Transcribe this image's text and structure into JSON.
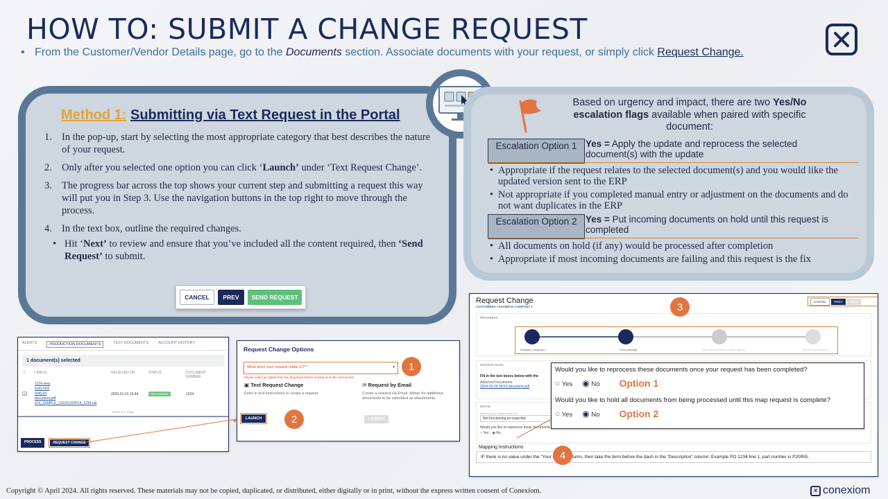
{
  "header": {
    "title": "HOW TO: SUBMIT A CHANGE REQUEST",
    "subtitle_pre": "From the Customer/Vendor Details page, go to the",
    "subtitle_em": "Documents",
    "subtitle_mid": "section. Associate documents with your request, or simply click",
    "subtitle_link": "Request Change."
  },
  "method": {
    "label": "Method 1:",
    "title": "Submitting via Text Request in the Portal",
    "steps": [
      {
        "num": "1.",
        "text": "In the pop-up, start by selecting the most appropriate category that best describes the nature of your request."
      },
      {
        "num": "2.",
        "pre": "Only after you selected one option you can click ‘",
        "bold": "Launch’",
        "post": " under ‘Text Request Change’."
      },
      {
        "num": "3.",
        "text": "The progress bar across the top shows your current step and submitting a request this way will put you in Step 3. Use the navigation buttons in the top right to move through the process."
      },
      {
        "num": "4.",
        "text": "In the text box, outline the required changes."
      }
    ],
    "sub_pre": "Hit ‘",
    "sub_b1": "Next’",
    "sub_mid": " to review and ensure that you’ve included all the content required, then ",
    "sub_b2": "‘Send Request’",
    "sub_post": " to submit.",
    "buttons": {
      "cancel": "CANCEL",
      "prev": "PREV",
      "send": "SEND REQUEST"
    }
  },
  "escalation": {
    "intro_pre": "Based on urgency and impact, there are two ",
    "intro_bold": "Yes/No escalation flags",
    "intro_post": " available when paired with specific document:",
    "options": [
      {
        "label": "Escalation Option 1",
        "yes": "Yes =",
        "text": " Apply the update and reprocess the selected document(s) with the update",
        "bullets": [
          "Appropriate if the request relates to the selected document(s) and you would like the updated version sent to the ERP",
          "Not appropriate if you completed manual entry or adjustment on the documents and do not want duplicates in the ERP"
        ]
      },
      {
        "label": "Escalation Option 2",
        "yes": "Yes =",
        "text": " Put incoming documents on hold until this request is completed",
        "bullets": [
          "All documents on hold (if any) would be processed after completion",
          "Appropriate if most incoming documents are failing and this request is the fix"
        ]
      }
    ]
  },
  "docs_shot": {
    "tabs": [
      "ALERTS",
      "PRODUCTION DOCUMENTS",
      "TEST DOCUMENTS",
      "ACCOUNT HISTORY"
    ],
    "selected": "1 document(s) selected",
    "cols": [
      "LINK(S)",
      "RECEIVED ON",
      "STATUS",
      "DOCUMENT NUMBER"
    ],
    "links": [
      "1234.xerp",
      "body.html",
      "body.txt",
      "document.pdf",
      "EDI_SAMPLE_232101204514_1234.edi"
    ],
    "received": "2023-01-01 15:44",
    "status": "DELIVERED",
    "docnum": "1234",
    "rows_text": "Rows Per Page",
    "process": "PROCESS",
    "request_change": "REQUEST CHANGE"
  },
  "options_shot": {
    "title": "Request Change Options",
    "select_placeholder": "What does your request relate to?* *",
    "select_error": "Please select an option from the dropdown before moving on to the next screen",
    "text_title": "Text Request Change",
    "text_desc": "Enter in text instructions to create a request.",
    "email_title": "Request by Email",
    "email_desc": "Create a request via Email. Allows for additional documents to be submitted as attachments.",
    "launch": "LAUNCH",
    "launch2": "LAUNCH"
  },
  "rc_shot": {
    "title": "Request Change",
    "crumb": "CUSTOMERS / EXAMPLE COMPANY 1",
    "buttons": {
      "cancel": "CANCEL",
      "prev": "PREV",
      "next": "NEXT"
    },
    "progress": "PROGRESS",
    "steps": [
      "Example Company 1",
      "1 Document(s)",
      "Fill in the text boxes to this request",
      "Review your request"
    ],
    "instructions": "INSTRUCTIONS",
    "fill_text": "Fill in the text boxes below with the",
    "attached": "Attached Documents:",
    "attached_link": "2024-03-26 09:53 document.pdf",
    "detail": "DETAIL",
    "detail_q_label": "What does your request relate to?*",
    "detail_value": "Not functioning as expected",
    "reprocess_q": "Would you like to reprocess these documents once your request has been completed?",
    "yes": "Yes",
    "no": "No",
    "mapping_label": "Mapping Instructions",
    "mapping_text": "IF there is no value under the \"Your Part #\" column, then take the term before the dash in the \"Description\" column. Example PO 1234 line 1, part number is P20955."
  },
  "popup": {
    "q1": "Would you like to reprocess these documents once your request has been completed?",
    "q2": "Would you like to hold all documents from being processed until this map request is complete?",
    "yes": "Yes",
    "no": "No",
    "opt1": "Option 1",
    "opt2": "Option 2"
  },
  "callouts": [
    "1",
    "2",
    "3",
    "4"
  ],
  "footer": "Copyright © April 2024. All rights reserved. These materials may not be copied, duplicated, or distributed, either digitally or in print, without the express written consent of Conexiom.",
  "brand": "conexiom",
  "colors": {
    "navy": "#1b2a5c",
    "accent": "#e27440",
    "gold": "#e0a33a",
    "steel": "#5a7896"
  }
}
